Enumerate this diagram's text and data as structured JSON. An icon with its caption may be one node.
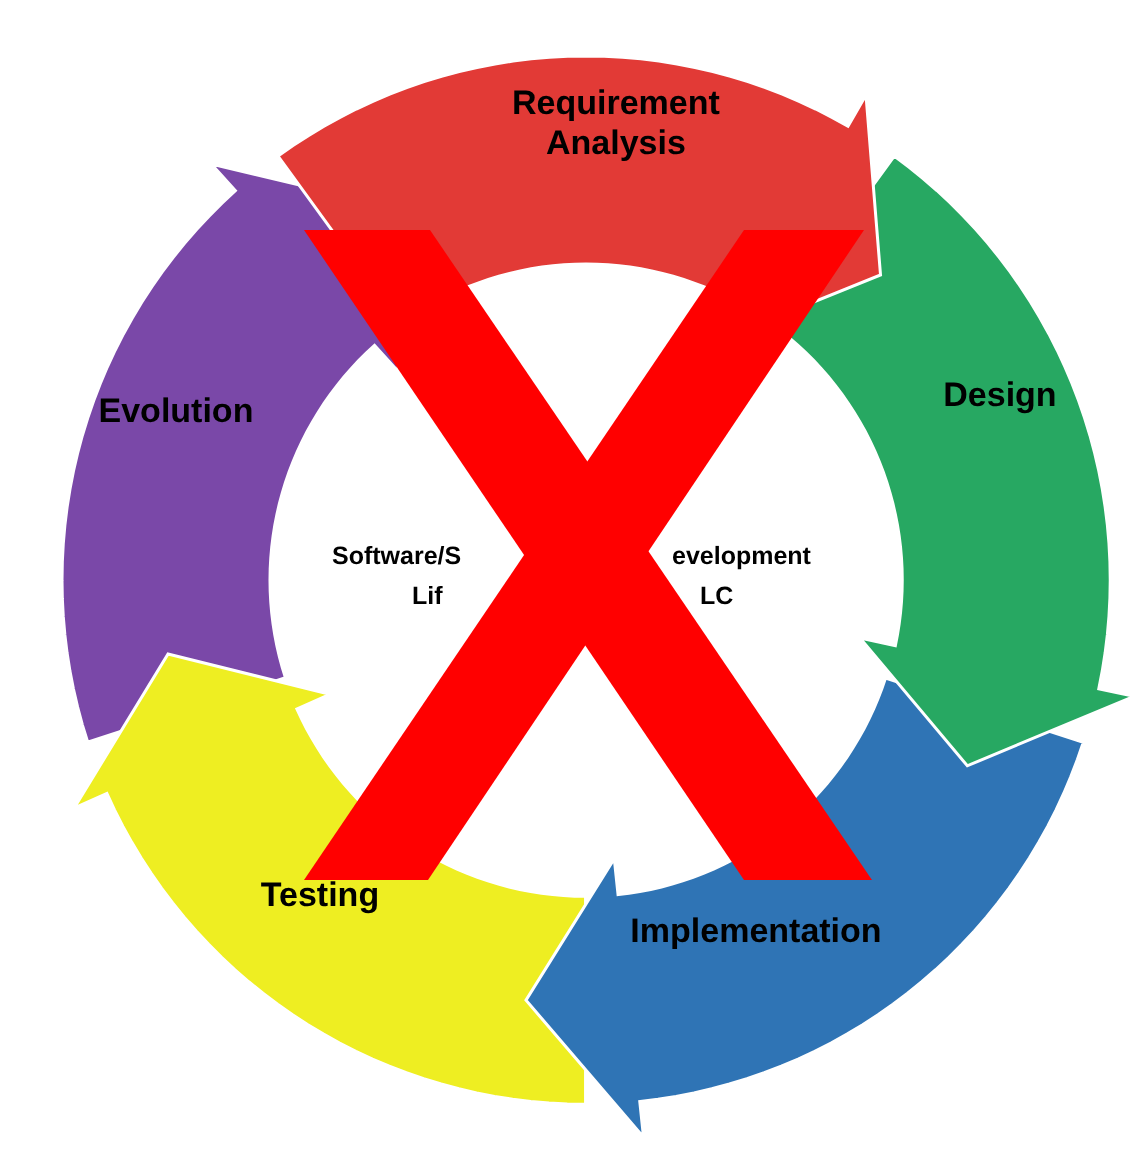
{
  "diagram": {
    "nodes": [
      {
        "text": [
          "Requirement Analysis"
        ]
      },
      {
        "text": [
          "Design"
        ]
      },
      {
        "text": [
          "Implementation"
        ]
      },
      {
        "text": [
          "Testing"
        ]
      },
      {
        "text": [
          "Evolution"
        ]
      }
    ],
    "labels": [
      "Software/S",
      "evelopment",
      "Lif",
      "LC"
    ]
  }
}
